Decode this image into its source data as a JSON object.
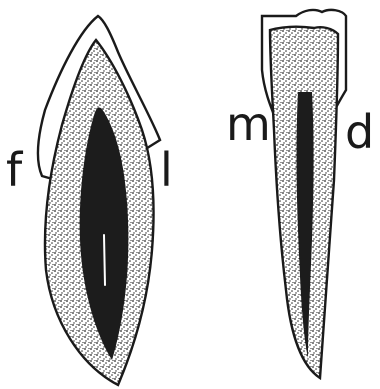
{
  "labels": {
    "left_tooth_facial": "f",
    "left_tooth_lingual": "l",
    "right_tooth_mesial": "m",
    "right_tooth_distal": "d"
  },
  "colors": {
    "outline": "#1a1a1a",
    "dentin_stipple": "#2a2a2a",
    "pulp": "#1c1c1c",
    "background": "#ffffff"
  }
}
